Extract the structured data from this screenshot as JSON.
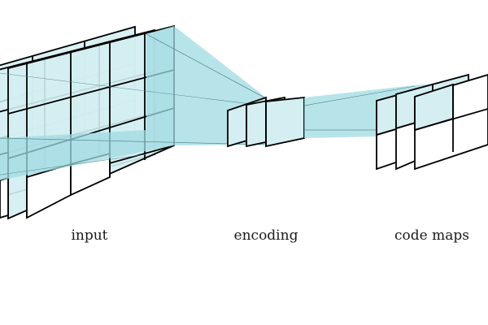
{
  "labels": {
    "input": "input",
    "encoding": "encoding",
    "code_maps": "code maps"
  },
  "colors": {
    "fill": "#9fdbe1",
    "cell_fill": "#d4eef2",
    "stroke": "#000000",
    "background": "#ffffff"
  }
}
